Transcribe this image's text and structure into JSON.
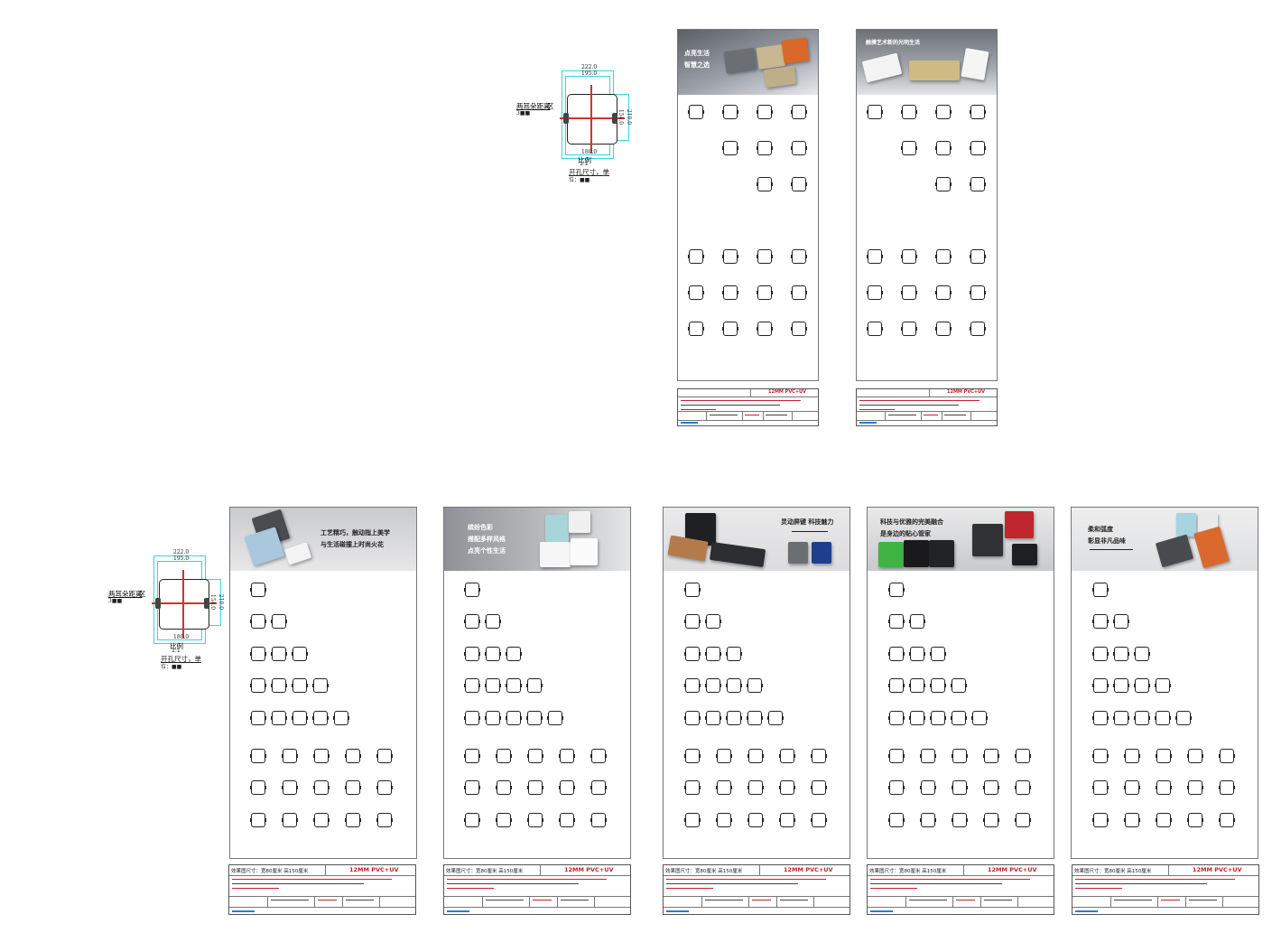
{
  "dimension_drawing": {
    "width_outer": "222.0",
    "width_inner": "195.0",
    "height_outer": "210.0",
    "height_inner": "154.0",
    "bottom": "180.0",
    "label_ear": "两耳朵距离",
    "label_ear_unit": "区",
    "label_ear_small": "3■■",
    "label_ratio": "比例",
    "label_ratio_val": "1:1",
    "label_hole": "开孔尺寸，单",
    "label_hole_unit": "位：■■"
  },
  "title_block": {
    "spec": "12MM PVC+UV",
    "size": "效果图尺寸：宽80厘米  高150厘米"
  },
  "panels": [
    {
      "id": "t1",
      "banner_text": "点亮生活\n智慧之选",
      "banner_text_color": "#ffffff"
    },
    {
      "id": "t2",
      "banner_text": "触摸艺术新的光明生活",
      "banner_text_color": "#ffffff"
    },
    {
      "id": "b1",
      "banner_text": "工艺精巧，触动指上美学\n与生活碰撞上时尚火花",
      "banner_text_color": "#222222"
    },
    {
      "id": "b2",
      "banner_text": "缤纷色彩\n搭配多样风格\n点亮个性生活",
      "banner_text_color": "#ffffff"
    },
    {
      "id": "b3",
      "banner_text": "灵动屏键  科技魅力",
      "banner_text_color": "#222222"
    },
    {
      "id": "b4",
      "banner_text": "科技与优雅的完美融合\n是身边的贴心管家",
      "banner_text_color": "#222222"
    },
    {
      "id": "b5",
      "banner_text": "柔和弧度\n彰显非凡品味",
      "banner_text_color": "#222222"
    }
  ],
  "colors": {
    "accent_red": "#c8202c",
    "dimension_cyan": "#38d4e0",
    "blue_line": "#1e7fd6"
  }
}
